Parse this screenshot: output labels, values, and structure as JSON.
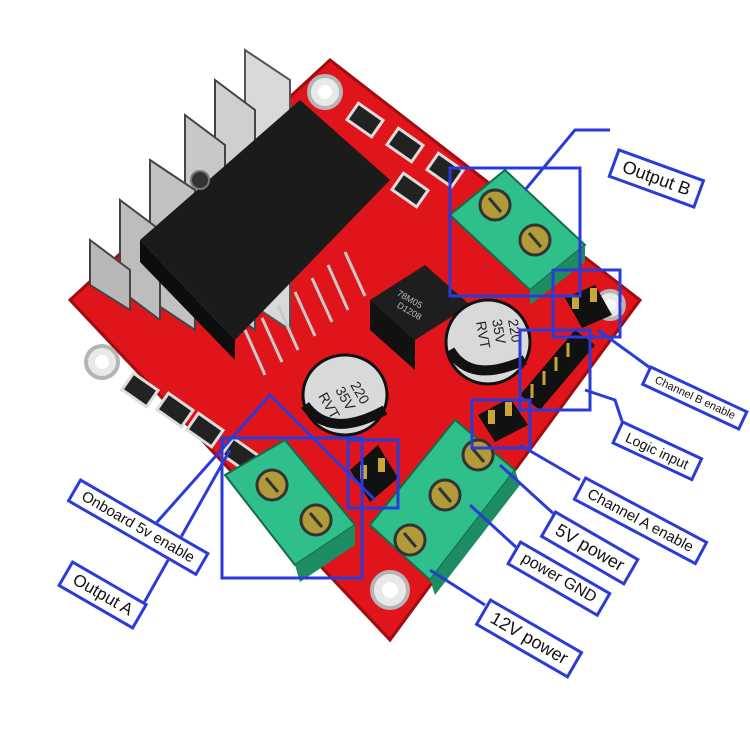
{
  "colors": {
    "pcb": "#e0141b",
    "pcb_dark": "#a00c10",
    "terminal": "#2fbf8a",
    "heatsink": "#1b1b1b",
    "callout_line": "#2b3bd6",
    "capacitor": "#d9d9d9"
  },
  "board_markings": {
    "cap_left": [
      "220",
      "35V",
      "RVT"
    ],
    "cap_right": [
      "220",
      "35V",
      "RVT"
    ],
    "regulator": [
      "78M05",
      "D1208"
    ]
  },
  "labels": {
    "output_b": "Output B",
    "channel_b_enable": "Channel B enable",
    "logic_input": "Logic input",
    "channel_a_enable": "Channel A enable",
    "power_5v": "5V power",
    "power_gnd": "power GND",
    "power_12v": "12V power",
    "onboard_5v_enable": "Onboard 5v enable",
    "output_a": "Output A"
  }
}
